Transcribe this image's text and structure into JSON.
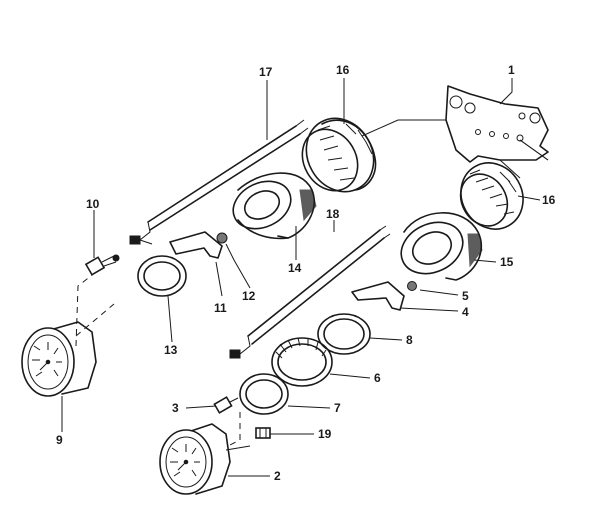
{
  "labels": {
    "l1": "1",
    "l2": "2",
    "l3": "3",
    "l4": "4",
    "l5": "5",
    "l6": "6",
    "l7": "7",
    "l8": "8",
    "l9": "9",
    "l10": "10",
    "l11": "11",
    "l12": "12",
    "l13": "13",
    "l14": "14",
    "l15": "15",
    "l16a": "16",
    "l16b": "16",
    "l17": "17",
    "l18": "18",
    "l19": "19"
  }
}
